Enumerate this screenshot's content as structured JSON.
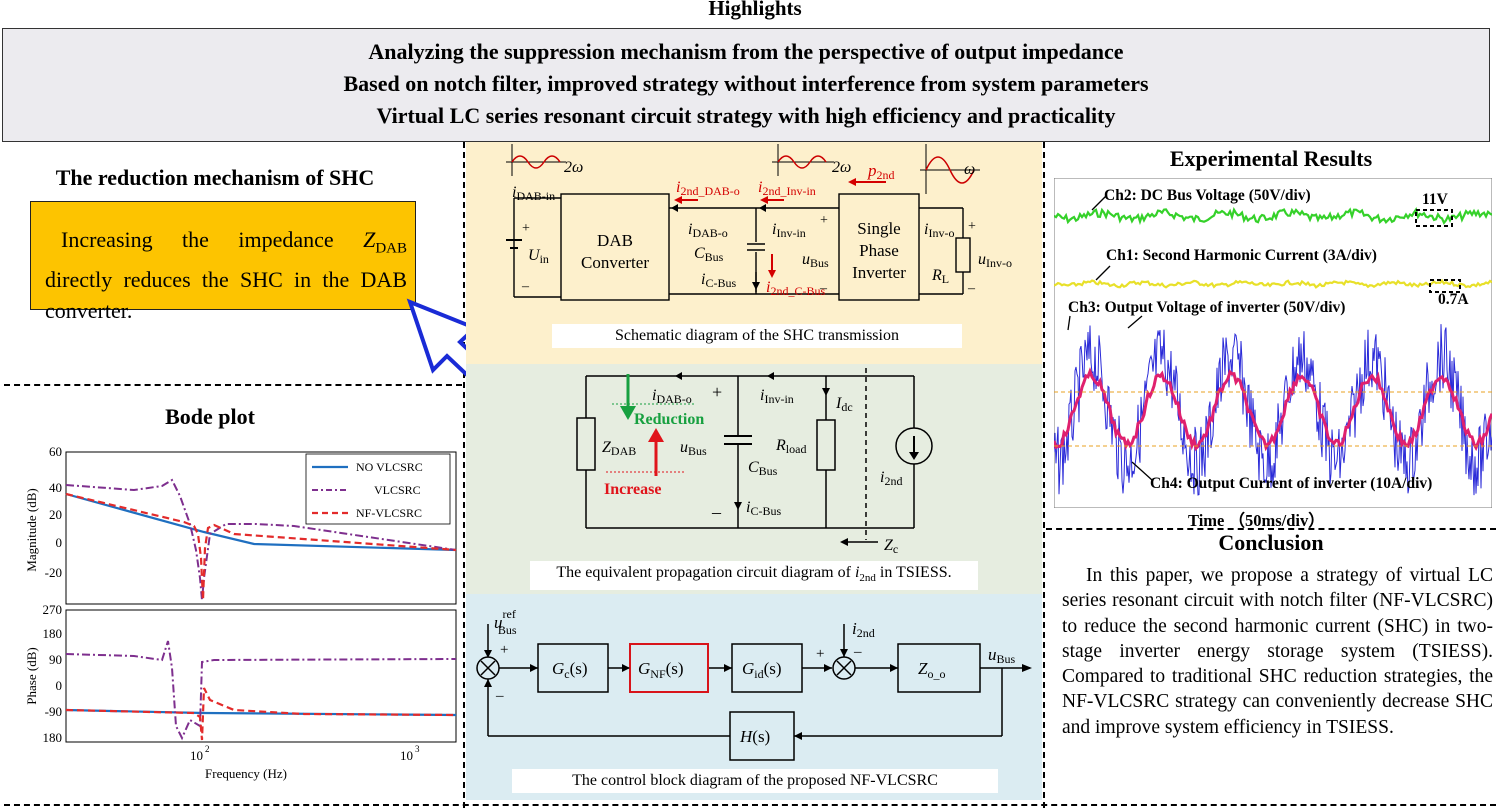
{
  "header": {
    "title": "Highlights"
  },
  "highlights": [
    "Analyzing the suppression mechanism from the perspective of output impedance",
    "Based on notch filter, improved strategy without interference from system parameters",
    "Virtual LC series resonant circuit strategy with high efficiency and practicality"
  ],
  "mechanism": {
    "title": "The reduction mechanism of SHC",
    "text_pre": "Increasing the impedance ",
    "text_z": "Z",
    "text_sub": "DAB",
    "text_post": " directly reduces the SHC in the DAB converter."
  },
  "bode": {
    "title": "Bode plot",
    "mag_ylabel": "Magnitude (dB)",
    "phase_ylabel": "Phase (dB)",
    "xlabel": "Frequency (Hz)",
    "mag_ticks": [
      "60",
      "40",
      "20",
      "0",
      "-20"
    ],
    "phase_ticks": [
      "270",
      "180",
      "90",
      "0",
      "-90",
      "180"
    ],
    "x_ticks": [
      "10",
      "2",
      "10",
      "3"
    ],
    "legend": [
      "NO VLCSRC",
      "VLCSRC",
      "NF-VLCSRC"
    ],
    "colors": {
      "no": "#1f6fc0",
      "vl": "#7e2f8e",
      "nf": "#e32b2b"
    }
  },
  "schematic": {
    "caption": "Schematic diagram of the SHC transmission",
    "dab": [
      "DAB",
      "Converter"
    ],
    "inverter": [
      "Single",
      "Phase",
      "Inverter"
    ],
    "omega2": "2ω",
    "omega": "ω",
    "p2nd": "p",
    "p2nd_sub": "2nd",
    "i_dab_in": "DAB-in",
    "i_2nd_dab_o": "2nd_DAB-o",
    "i_2nd_inv_in": "2nd_Inv-in",
    "i_dab_o": "DAB-o",
    "i_inv_in": "Inv-in",
    "i_inv_o": "Inv-o",
    "c_bus": "Bus",
    "u_bus": "Bus",
    "i_c_bus": "C-Bus",
    "i_2nd_c_bus": "2nd_C-Bus",
    "u_in": "in",
    "r_l": "L",
    "u_inv_o": "Inv-o"
  },
  "equivalent": {
    "caption_pre": "The equivalent propagation circuit diagram of ",
    "caption_i": "i",
    "caption_sub": "2nd",
    "caption_post": " in TSIESS.",
    "reduction": "Reduction",
    "increase": "Increase",
    "z_dab": "DAB",
    "r_load": "load",
    "i_dc": "dc",
    "i_2nd": "2nd",
    "z_c": "c"
  },
  "control": {
    "caption": "The control block diagram of the proposed NF-VLCSRC",
    "gc": "G",
    "gc_sub": "c",
    "gnf": "G",
    "gnf_sub": "NF",
    "gid": "G",
    "gid_sub": "id",
    "zoo": "Z",
    "zoo_sub": "o_o",
    "h": "H",
    "s": "(s)",
    "u_bus_ref": "ref",
    "u_bus_sub": "Bus",
    "i2nd_sub": "2nd"
  },
  "experimental": {
    "title": "Experimental Results",
    "ch2": "Ch2: DC Bus Voltage  (50V/div)",
    "v11": "11V",
    "ch1": "Ch1: Second Harmonic Current  (3A/div)",
    "a07": "0.7A",
    "ch3": "Ch3:  Output Voltage of inverter (50V/div)",
    "ch4": "Ch4:  Output Current of inverter (10A/div)",
    "time": "Time  （50ms/div）",
    "colors": {
      "green": "#35d12a",
      "yellow": "#e8e02a",
      "blue": "#2a2ad8",
      "pink": "#e0206e"
    }
  },
  "conclusion": {
    "title": "Conclusion",
    "text": "In this paper, we propose a strategy of virtual LC series resonant circuit with notch filter (NF-VLCSRC) to reduce the second harmonic current (SHC) in two-stage inverter energy storage system (TSIESS). Compared to traditional SHC reduction strategies, the NF-VLCSRC strategy can conveniently decrease SHC and improve system efficiency in TSIESS."
  }
}
